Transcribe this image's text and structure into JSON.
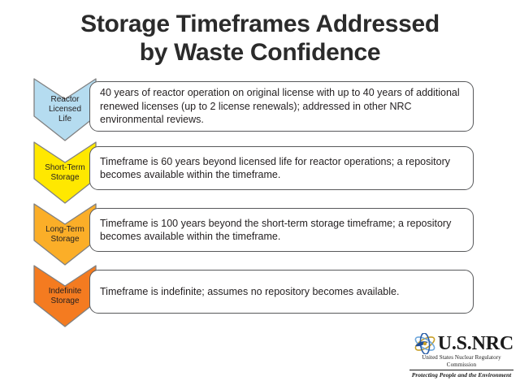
{
  "title": {
    "line1": "Storage Timeframes Addressed",
    "line2": "by Waste Confidence"
  },
  "colors": {
    "reactor_licensed_life": "#B5DCF0",
    "short_term_storage": "#FFE800",
    "long_term_storage": "#FBAE28",
    "indefinite_storage": "#F47B20",
    "chevron_stroke": "#808080",
    "box_border": "#58595B",
    "text": "#231F20"
  },
  "rows": [
    {
      "chevron_label_line1": "Reactor",
      "chevron_label_line2": "Licensed",
      "chevron_label_line3": "Life",
      "description": "40 years of reactor operation on original license with up to 40 years of additional renewed licenses (up to 2 license renewals); addressed in other NRC environmental reviews."
    },
    {
      "chevron_label_line1": "Short-Term",
      "chevron_label_line2": "Storage",
      "chevron_label_line3": "",
      "description": "Timeframe is 60 years beyond licensed life for reactor operations; a repository becomes available within the timeframe."
    },
    {
      "chevron_label_line1": "Long-Term",
      "chevron_label_line2": "Storage",
      "chevron_label_line3": "",
      "description": "Timeframe is 100 years beyond the short-term storage timeframe; a repository becomes available within the timeframe."
    },
    {
      "chevron_label_line1": "Indefinite",
      "chevron_label_line2": "Storage",
      "chevron_label_line3": "",
      "description": "Timeframe is indefinite; assumes no repository becomes available."
    }
  ],
  "logo": {
    "wordmark": "U.S.NRC",
    "agency": "United States Nuclear Regulatory Commission",
    "tagline": "Protecting People and the Environment"
  }
}
